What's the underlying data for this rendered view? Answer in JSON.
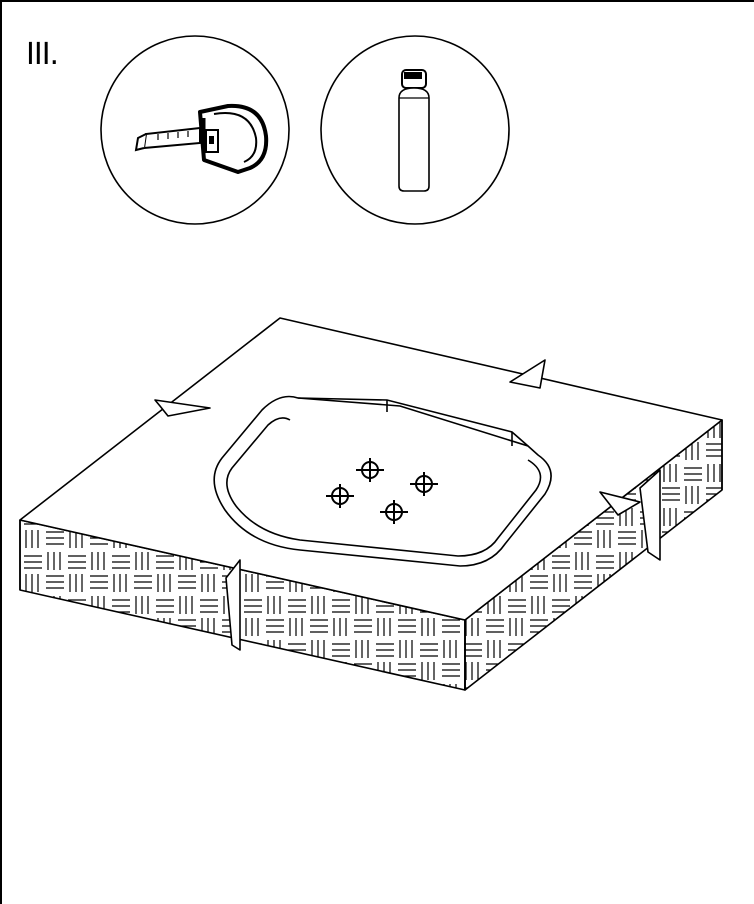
{
  "step": {
    "label": "III."
  },
  "tools": [
    {
      "name": "measuring-tape"
    },
    {
      "name": "marker-spray"
    }
  ],
  "colors": {
    "line": "#000000",
    "background": "#ffffff"
  }
}
